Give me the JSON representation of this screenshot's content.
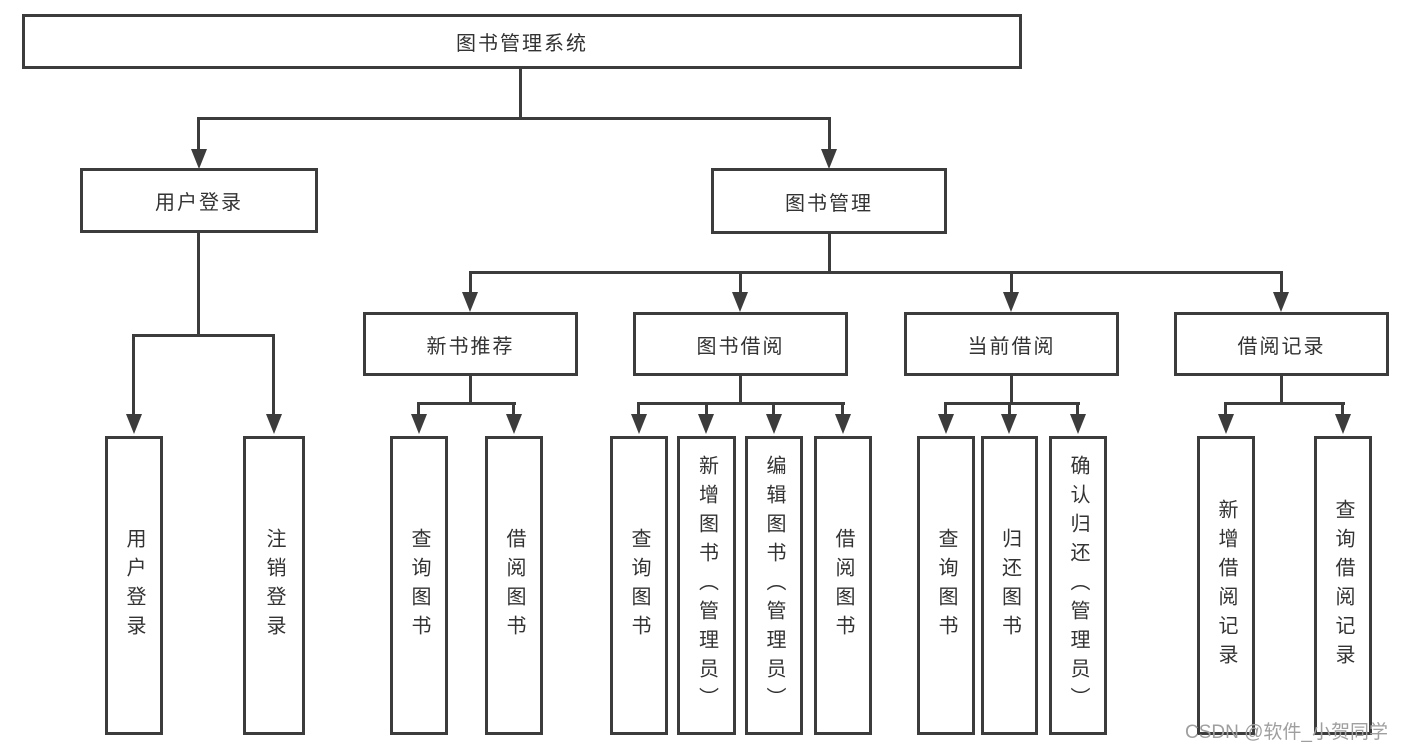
{
  "tree": {
    "label": "图书管理系统",
    "children": [
      {
        "label": "用户登录",
        "children": [
          {
            "label": "用户登录"
          },
          {
            "label": "注销登录"
          }
        ]
      },
      {
        "label": "图书管理",
        "children": [
          {
            "label": "新书推荐",
            "children": [
              {
                "label": "查询图书"
              },
              {
                "label": "借阅图书"
              }
            ]
          },
          {
            "label": "图书借阅",
            "children": [
              {
                "label": "查询图书"
              },
              {
                "label": "新增图书（管理员）"
              },
              {
                "label": "编辑图书（管理员）"
              },
              {
                "label": "借阅图书"
              }
            ]
          },
          {
            "label": "当前借阅",
            "children": [
              {
                "label": "查询图书"
              },
              {
                "label": "归还图书"
              },
              {
                "label": "确认归还（管理员）"
              }
            ]
          },
          {
            "label": "借阅记录",
            "children": [
              {
                "label": "新增借阅记录"
              },
              {
                "label": "查询借阅记录"
              }
            ]
          }
        ]
      }
    ]
  },
  "watermark": {
    "text": "CSDN @软件_小贺同学"
  },
  "colors": {
    "line": "#3c3c3c",
    "text": "#333333",
    "watermark": "#9f9f9f",
    "background": "#ffffff"
  }
}
